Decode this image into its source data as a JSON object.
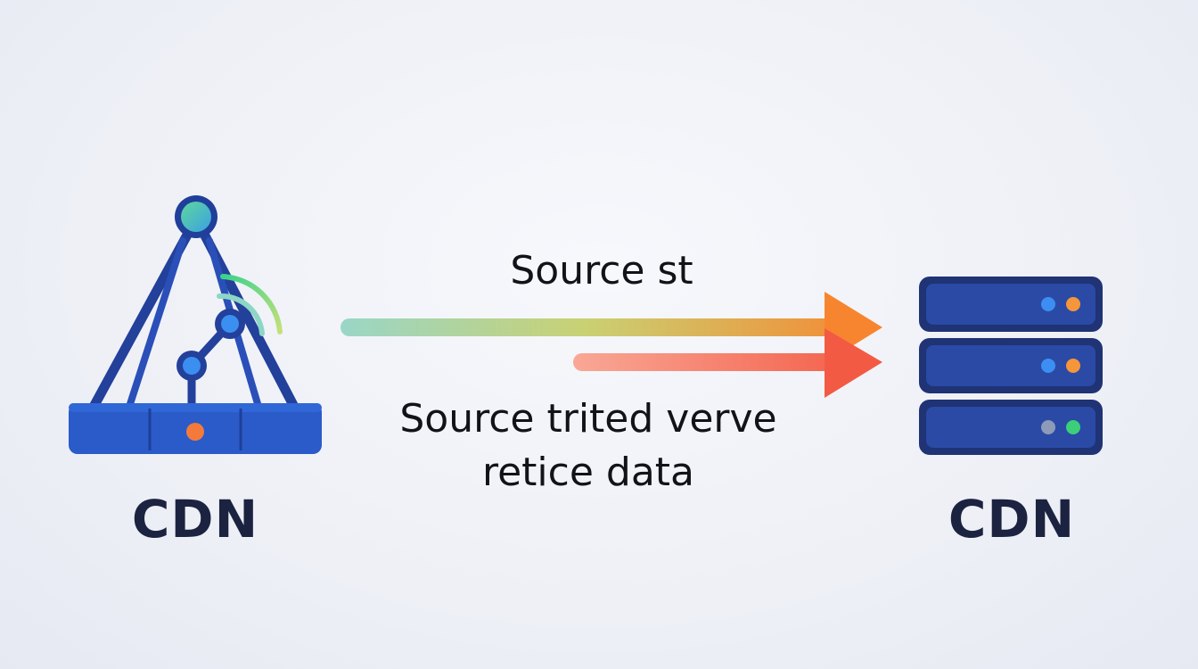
{
  "nodes": {
    "source": {
      "label": "CDN",
      "icon": "tower-antenna-icon"
    },
    "target": {
      "label": "CDN",
      "icon": "server-rack-icon"
    }
  },
  "edges": {
    "top_label": "Source st",
    "bottom_label_line1": "Source trited verve",
    "bottom_label_line2": "retice data"
  },
  "colors": {
    "node_blue": "#2a5bc9",
    "node_dark": "#1b2340",
    "arrow_start": "#8fd3c0",
    "arrow_end": "#f58a3a",
    "arrow2_start": "#f8a59a",
    "arrow2_end": "#f45e44"
  }
}
